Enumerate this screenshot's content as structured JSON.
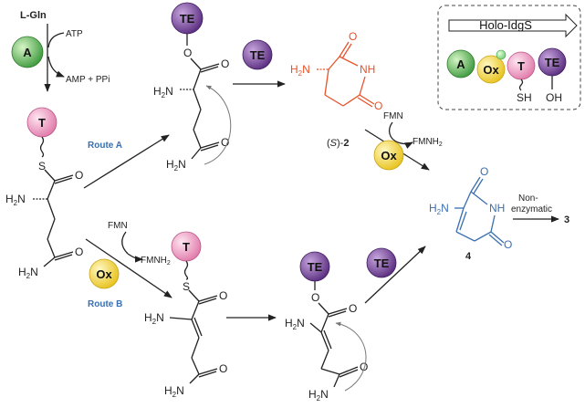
{
  "colors": {
    "A": "#5cb85c",
    "T": "#f2a3c7",
    "TE": "#7e4fa0",
    "Ox": "#f3d34a",
    "compound2": "#e8522a",
    "compound4": "#3a6fb0",
    "route": "#3a6fb0"
  },
  "domains": {
    "A": "A",
    "T": "T",
    "TE": "TE",
    "Ox": "Ox"
  },
  "reagents": {
    "substrate": "L-Gln",
    "atp": "ATP",
    "amp_ppi": "AMP + PPi",
    "fmn": "FMN",
    "fmnh2": "FMNH",
    "fmnh2_sub": "2"
  },
  "routes": {
    "a": "Route A",
    "b": "Route B"
  },
  "atoms": {
    "h2n": "H",
    "h2n_sub": "2",
    "h2n_n": "N",
    "nh2_n": "NH",
    "nh2_sub": "2",
    "o": "O",
    "s": "S",
    "nh": "NH",
    "sh": "SH",
    "oh": "OH"
  },
  "compounds": {
    "c2_label_prefix": "(",
    "c2_label_s": "S",
    "c2_label_suffix": ")-",
    "c2_label_num": "2",
    "c4_label": "4",
    "c3_label": "3"
  },
  "nonenzymatic": {
    "line1": "Non-",
    "line2": "enzymatic"
  },
  "holo": {
    "title": "Holo-IdgS"
  }
}
